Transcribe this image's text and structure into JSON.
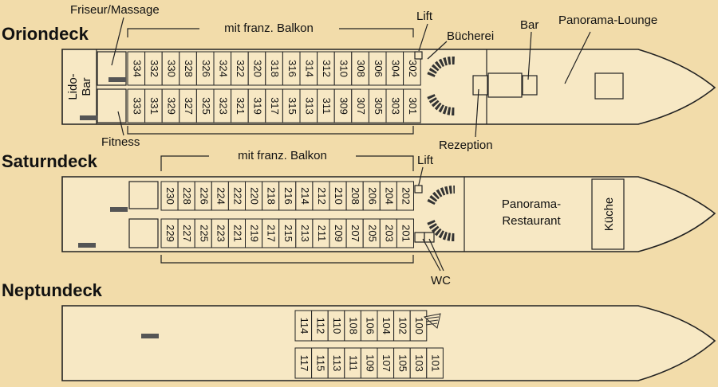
{
  "colors": {
    "background": "#f2dcaa",
    "hull": "#f7e8c4",
    "ink": "#222222"
  },
  "decks": {
    "orion": {
      "title": "Oriondeck",
      "upper_cabins": [
        "334",
        "332",
        "330",
        "328",
        "326",
        "324",
        "322",
        "320",
        "318",
        "316",
        "314",
        "312",
        "310",
        "308",
        "306",
        "304",
        "302"
      ],
      "lower_cabins": [
        "333",
        "331",
        "329",
        "327",
        "325",
        "323",
        "321",
        "319",
        "317",
        "315",
        "313",
        "311",
        "309",
        "307",
        "305",
        "303",
        "301"
      ],
      "labels": {
        "friseur": "Friseur/Massage",
        "balkon": "mit franz. Balkon",
        "lift": "Lift",
        "buecherei": "Bücherei",
        "bar": "Bar",
        "lounge": "Panorama-Lounge",
        "lido_1": "Lido-",
        "lido_2": "Bar",
        "fitness": "Fitness",
        "rezeption": "Rezeption"
      }
    },
    "saturn": {
      "title": "Saturndeck",
      "upper_cabins": [
        "230",
        "228",
        "226",
        "224",
        "222",
        "220",
        "218",
        "216",
        "214",
        "212",
        "210",
        "208",
        "206",
        "204",
        "202"
      ],
      "lower_cabins": [
        "229",
        "227",
        "225",
        "223",
        "221",
        "219",
        "217",
        "215",
        "213",
        "211",
        "209",
        "207",
        "205",
        "203",
        "201"
      ],
      "labels": {
        "balkon": "mit franz. Balkon",
        "lift": "Lift",
        "restaurant_1": "Panorama-",
        "restaurant_2": "Restaurant",
        "kueche": "Küche",
        "wc": "WC"
      }
    },
    "neptun": {
      "title": "Neptundeck",
      "upper_cabins": [
        "114",
        "112",
        "110",
        "108",
        "106",
        "104",
        "102",
        "100"
      ],
      "lower_cabins": [
        "117",
        "115",
        "113",
        "111",
        "109",
        "107",
        "105",
        "103",
        "101"
      ]
    }
  }
}
